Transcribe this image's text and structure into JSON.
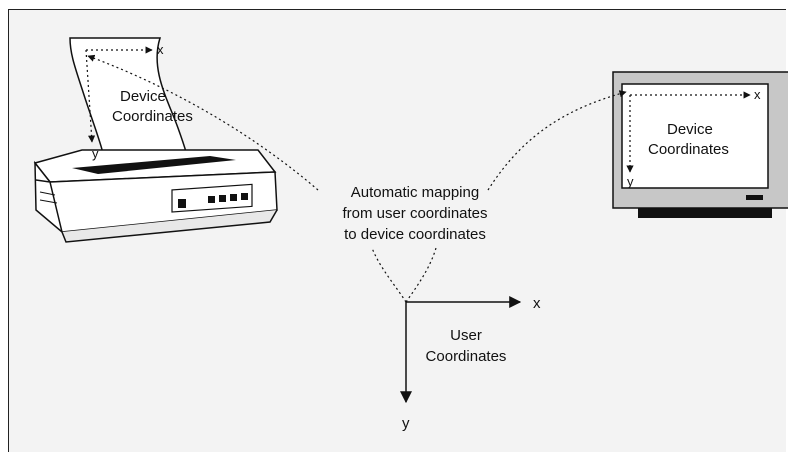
{
  "printer": {
    "title_line1": "Device",
    "title_line2": "Coordinates",
    "x_label": "x",
    "y_label": "y"
  },
  "monitor": {
    "title_line1": "Device",
    "title_line2": "Coordinates",
    "x_label": "x",
    "y_label": "y"
  },
  "mapping": {
    "line1": "Automatic mapping",
    "line2": "from user coordinates",
    "line3": "to device coordinates"
  },
  "user": {
    "title_line1": "User",
    "title_line2": "Coordinates",
    "x_label": "x",
    "y_label": "y"
  }
}
